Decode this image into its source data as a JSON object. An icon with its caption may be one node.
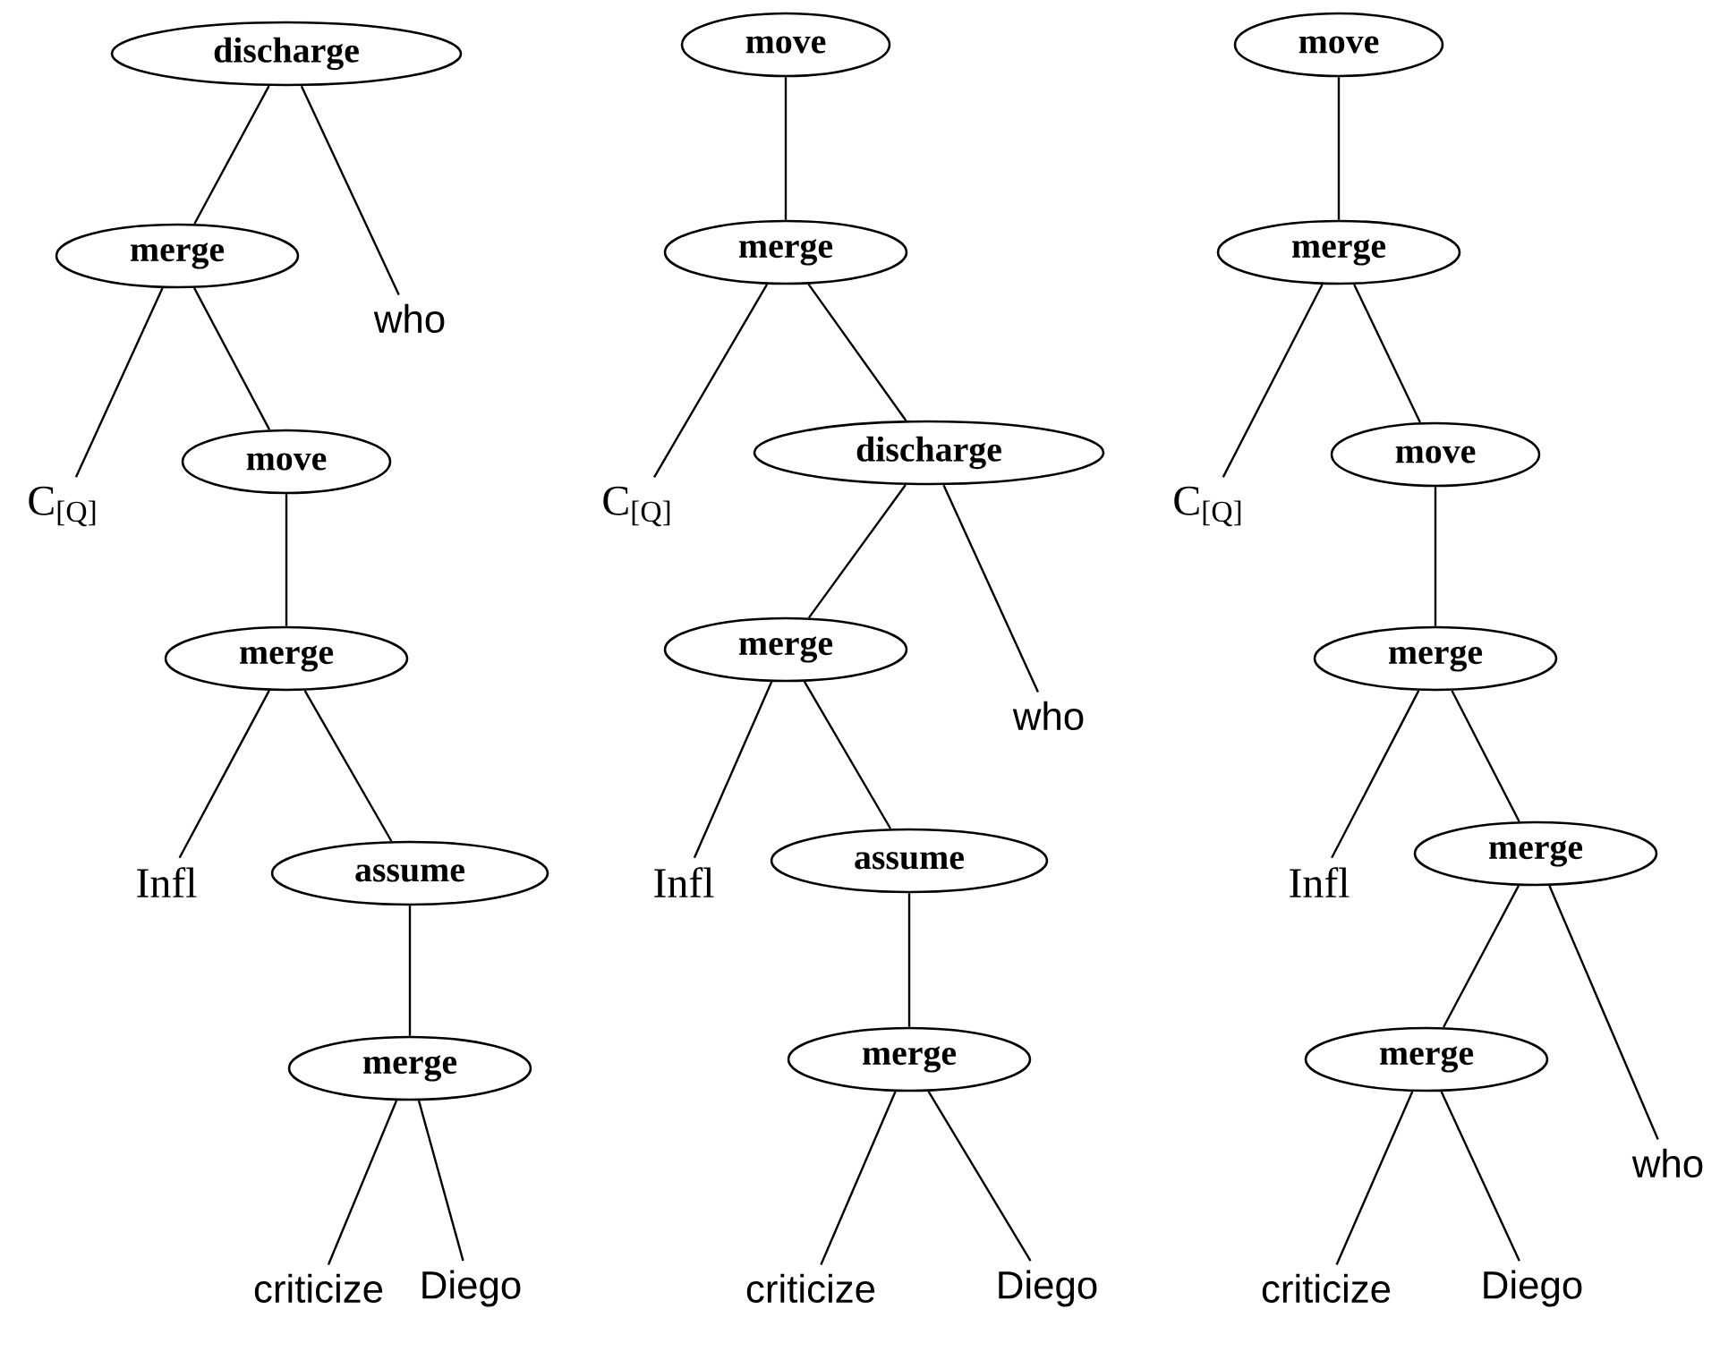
{
  "diagram": {
    "nodes": [
      {
        "text": [
          "discharge"
        ]
      },
      {
        "text": [
          "merge"
        ]
      },
      {
        "text": [
          "who"
        ]
      },
      {
        "text": [
          "C$_{[Q]}$"
        ]
      },
      {
        "text": [
          "move"
        ]
      },
      {
        "text": [
          "merge"
        ]
      },
      {
        "text": [
          "Infl"
        ]
      },
      {
        "text": [
          "assume"
        ]
      },
      {
        "text": [
          "merge"
        ]
      },
      {
        "text": [
          "criticize"
        ]
      },
      {
        "text": [
          "Diego"
        ]
      },
      {
        "text": [
          "move"
        ]
      },
      {
        "text": [
          "merge"
        ]
      },
      {
        "text": [
          "C$_{[Q]}$"
        ]
      },
      {
        "text": [
          "discharge"
        ]
      },
      {
        "text": [
          "merge"
        ]
      },
      {
        "text": [
          "who"
        ]
      },
      {
        "text": [
          "Infl"
        ]
      },
      {
        "text": [
          "assume"
        ]
      },
      {
        "text": [
          "merge"
        ]
      },
      {
        "text": [
          "criticize"
        ]
      },
      {
        "text": [
          "Diego"
        ]
      },
      {
        "text": [
          "move"
        ]
      },
      {
        "text": [
          "merge"
        ]
      },
      {
        "text": [
          "C$_{[Q]}$"
        ]
      },
      {
        "text": [
          "move"
        ]
      },
      {
        "text": [
          "merge"
        ]
      },
      {
        "text": [
          "Infl"
        ]
      },
      {
        "text": [
          "merge"
        ]
      },
      {
        "text": [
          "merge"
        ]
      },
      {
        "text": [
          "who"
        ]
      },
      {
        "text": [
          "criticize"
        ]
      },
      {
        "text": [
          "Diego"
        ]
      }
    ],
    "edges": [
      {
        "from": 0,
        "to": 1,
        "arrow": "none"
      },
      {
        "from": 0,
        "to": 2,
        "arrow": "none"
      },
      {
        "from": 1,
        "to": 3,
        "arrow": "none"
      },
      {
        "from": 1,
        "to": 4,
        "arrow": "none"
      },
      {
        "from": 4,
        "to": 5,
        "arrow": "none"
      },
      {
        "from": 5,
        "to": 6,
        "arrow": "none"
      },
      {
        "from": 5,
        "to": 7,
        "arrow": "none"
      },
      {
        "from": 7,
        "to": 8,
        "arrow": "none"
      },
      {
        "from": 8,
        "to": 9,
        "arrow": "none"
      },
      {
        "from": 8,
        "to": 10,
        "arrow": "none"
      },
      {
        "from": 11,
        "to": 12,
        "arrow": "none"
      },
      {
        "from": 12,
        "to": 13,
        "arrow": "none"
      },
      {
        "from": 12,
        "to": 14,
        "arrow": "none"
      },
      {
        "from": 14,
        "to": 15,
        "arrow": "none"
      },
      {
        "from": 14,
        "to": 16,
        "arrow": "none"
      },
      {
        "from": 15,
        "to": 17,
        "arrow": "none"
      },
      {
        "from": 15,
        "to": 18,
        "arrow": "none"
      },
      {
        "from": 18,
        "to": 19,
        "arrow": "none"
      },
      {
        "from": 19,
        "to": 20,
        "arrow": "none"
      },
      {
        "from": 19,
        "to": 21,
        "arrow": "none"
      },
      {
        "from": 22,
        "to": 23,
        "arrow": "none"
      },
      {
        "from": 23,
        "to": 24,
        "arrow": "none"
      },
      {
        "from": 23,
        "to": 25,
        "arrow": "none"
      },
      {
        "from": 25,
        "to": 26,
        "arrow": "none"
      },
      {
        "from": 26,
        "to": 27,
        "arrow": "none"
      },
      {
        "from": 26,
        "to": 28,
        "arrow": "none"
      },
      {
        "from": 28,
        "to": 29,
        "arrow": "none"
      },
      {
        "from": 28,
        "to": 30,
        "arrow": "none"
      },
      {
        "from": 29,
        "to": 31,
        "arrow": "none"
      },
      {
        "from": 29,
        "to": 32,
        "arrow": "none"
      }
    ]
  }
}
